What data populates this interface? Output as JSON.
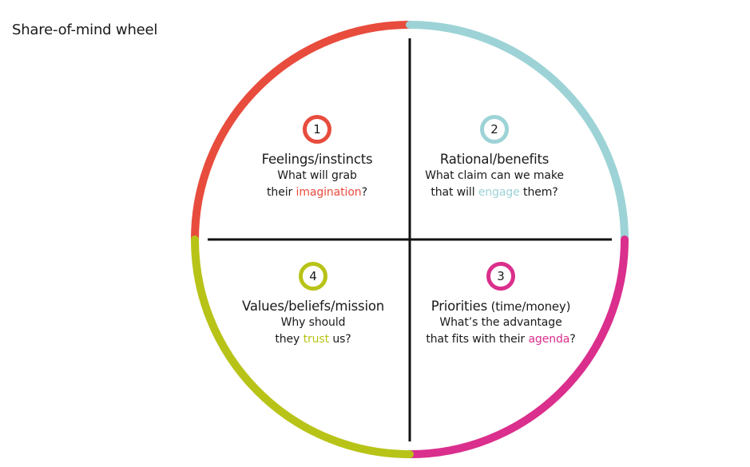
{
  "title": "Share-of-mind wheel",
  "colors": {
    "q1": "#e84c3d",
    "q2": "#9dd3d6",
    "q3": "#da2f8c",
    "q4": "#b8c318",
    "lines": "#111111"
  },
  "quadrants": [
    {
      "number": "1",
      "heading": "Feelings/instincts",
      "heading_extra": "",
      "line1": "What will grab",
      "line2_before": "their ",
      "line2_highlight": "imagination",
      "line2_after": "?"
    },
    {
      "number": "2",
      "heading": "Rational/benefits",
      "heading_extra": "",
      "line1": "What claim can we make",
      "line2_before": "that will ",
      "line2_highlight": "engage",
      "line2_after": " them?"
    },
    {
      "number": "3",
      "heading": "Priorities",
      "heading_extra": " (time/money)",
      "line1": "What’s the advantage",
      "line2_before": "that fits with their ",
      "line2_highlight": "agenda",
      "line2_after": "?"
    },
    {
      "number": "4",
      "heading": "Values/beliefs/mission",
      "heading_extra": "",
      "line1": "Why should",
      "line2_before": "they ",
      "line2_highlight": "trust",
      "line2_after": " us?"
    }
  ]
}
